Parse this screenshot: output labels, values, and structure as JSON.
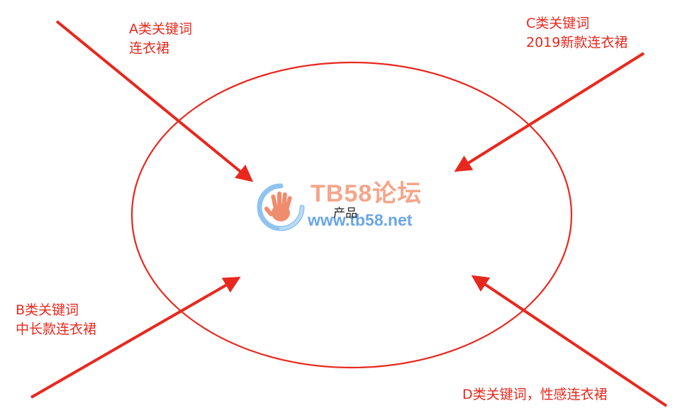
{
  "colors": {
    "accent": "#e8281e",
    "watermark_title": "#f5a58a",
    "watermark_url": "#6aa6e8"
  },
  "center": {
    "label": "产品"
  },
  "keywords": {
    "a": {
      "title": "A类关键词",
      "example": "连衣裙"
    },
    "b": {
      "title": "B类关键词",
      "example": "中长款连衣裙"
    },
    "c": {
      "title": "C类关键词",
      "example": "2019新款连衣裙"
    },
    "d": {
      "title": "D类关键词，性感连衣裙"
    }
  },
  "watermark": {
    "title": "TB58论坛",
    "url": "www.tb58.net",
    "icon": "hand-logo-icon"
  }
}
